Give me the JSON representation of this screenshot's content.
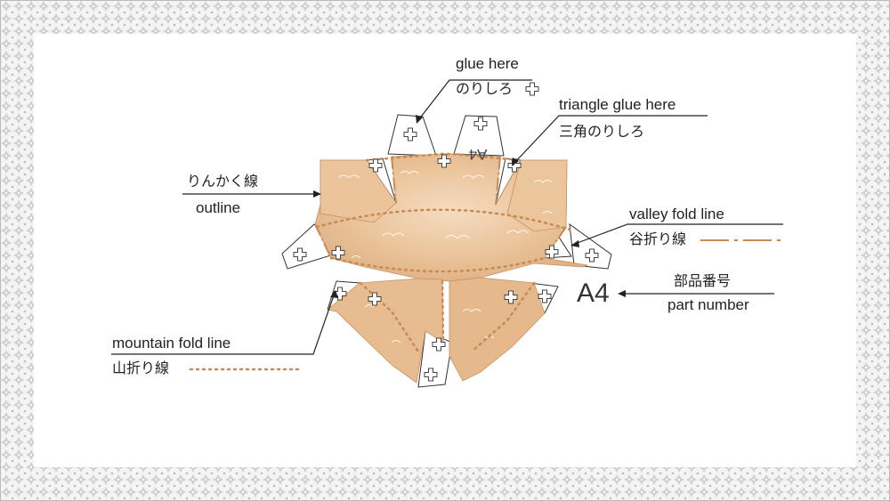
{
  "labels": {
    "glue_here_en": "glue here",
    "glue_here_ja": "のりしろ",
    "triangle_glue_en": "triangle glue here",
    "triangle_glue_ja": "三角のりしろ",
    "outline_ja": "りんかく線",
    "outline_en": "outline",
    "valley_fold_en": "valley fold line",
    "valley_fold_ja": "谷折り線",
    "part_number_ja": "部品番号",
    "part_number_en": "part number",
    "mountain_fold_en": "mountain fold line",
    "mountain_fold_ja": "山折り線"
  },
  "part": {
    "number": "A4",
    "flipped_number": "A4"
  },
  "colors": {
    "paper_fill": "#e7bd91",
    "paper_light": "#f3dcc3",
    "fold_line": "#c88a55",
    "tab_stroke": "#333333",
    "frame_pattern": "#c9c9c9"
  },
  "icons": [
    "plus-icon"
  ]
}
